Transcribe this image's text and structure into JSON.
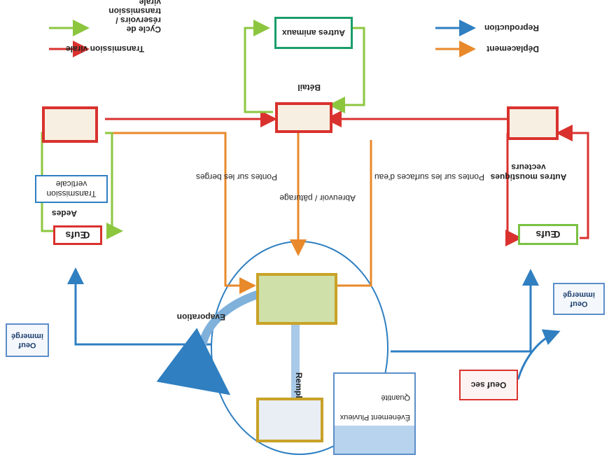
{
  "legend": {
    "reproduction": "Reproduction",
    "deplacement": "Déplacement",
    "transmission_virale": "Transmission virale",
    "cycle_reservoirs": "Cycle de réservoirs / transmission virale",
    "colors": {
      "reproduction": "#2f7fc1",
      "deplacement": "#e8892b",
      "transmission": "#d9322e",
      "cycle": "#8cc63f"
    }
  },
  "nodes": {
    "betail": "Bétail",
    "autres_animaux": "Autres animaux",
    "autres_moustiques": "Autres moustiques vecteurs",
    "oeufs_left": "Œufs",
    "oeufs_right": "Œufs",
    "aedes": "Aedes",
    "transmission_verticale": "Transmission verticale",
    "oeuf_immerge_left": "Oeuf immergé",
    "oeuf_immerge_right": "Oeuf immergé",
    "oeuf_sec": "Oeuf sec",
    "evaporation": "Evaporation",
    "remplissage": "Remplissage",
    "rain_list": [
      "Événement Pluvieux",
      "Quantité"
    ]
  },
  "edges": {
    "pontes_eau": "Pontes sur les surfaces d'eau",
    "abreuvoir": "Abreuvoir / pâturage",
    "pontes_berges": "Pontes sur les berges"
  }
}
